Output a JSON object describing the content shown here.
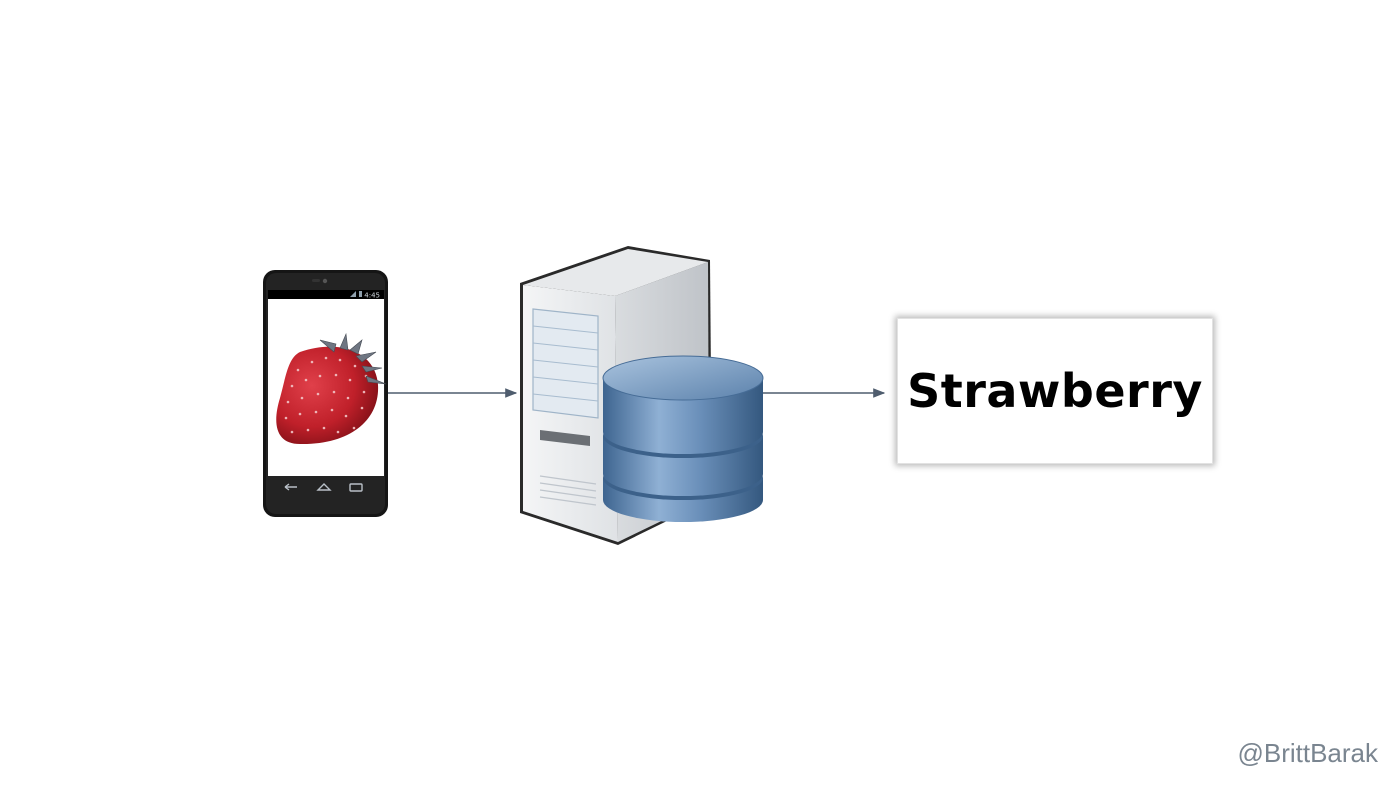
{
  "phone": {
    "status_time": "4:45",
    "screen_subject": "strawberry"
  },
  "server": {
    "icon": "server-tower-icon"
  },
  "database": {
    "icon": "database-cylinder-icon"
  },
  "result": {
    "label": "Strawberry"
  },
  "credit": {
    "handle": "@BrittBarak"
  },
  "colors": {
    "strawberry": "#c0202a",
    "leaf": "#6f7682",
    "database": "#5f84ad",
    "connector": "#4f5d6e"
  }
}
